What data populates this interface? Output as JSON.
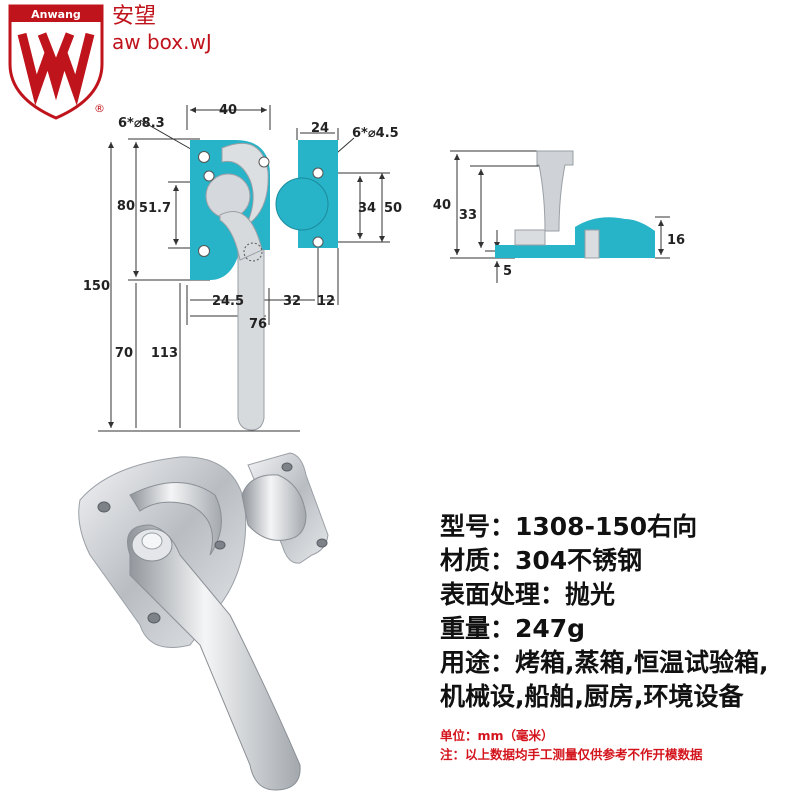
{
  "brand": {
    "logo_text": "Anwang",
    "name_cn": "安望",
    "url": "aw box.wJ",
    "registered_mark": "®"
  },
  "drawing_front": {
    "dim_hole_large": "6*⌀8.3",
    "dim_hole_small": "6*⌀4.5",
    "dim_40": "40",
    "dim_24": "24",
    "dim_80": "80",
    "dim_51_7": "51.7",
    "dim_34": "34",
    "dim_50": "50",
    "dim_150": "150",
    "dim_24_5": "24.5",
    "dim_32": "32",
    "dim_12": "12",
    "dim_76": "76",
    "dim_70": "70",
    "dim_113": "113"
  },
  "drawing_side": {
    "dim_40": "40",
    "dim_33": "33",
    "dim_16": "16",
    "dim_5": "5"
  },
  "specs": {
    "model": "型号：1308-150右向",
    "material": "材质：304不锈钢",
    "finish": "表面处理：抛光",
    "weight": "重量：247g",
    "usage_line1": "用途：烤箱,蒸箱,恒温试验箱,",
    "usage_line2": "机械设,船舶,厨房,环境设备"
  },
  "notes": {
    "unit": "单位：mm（毫米）",
    "disclaimer": "注：以上数据均手工测量仅供参考不作开模数据"
  },
  "colors": {
    "accent_cyan": "#27b3c8",
    "brand_red": "#c0141c",
    "note_red": "#d4141c",
    "steel": "#c9ccd0"
  }
}
